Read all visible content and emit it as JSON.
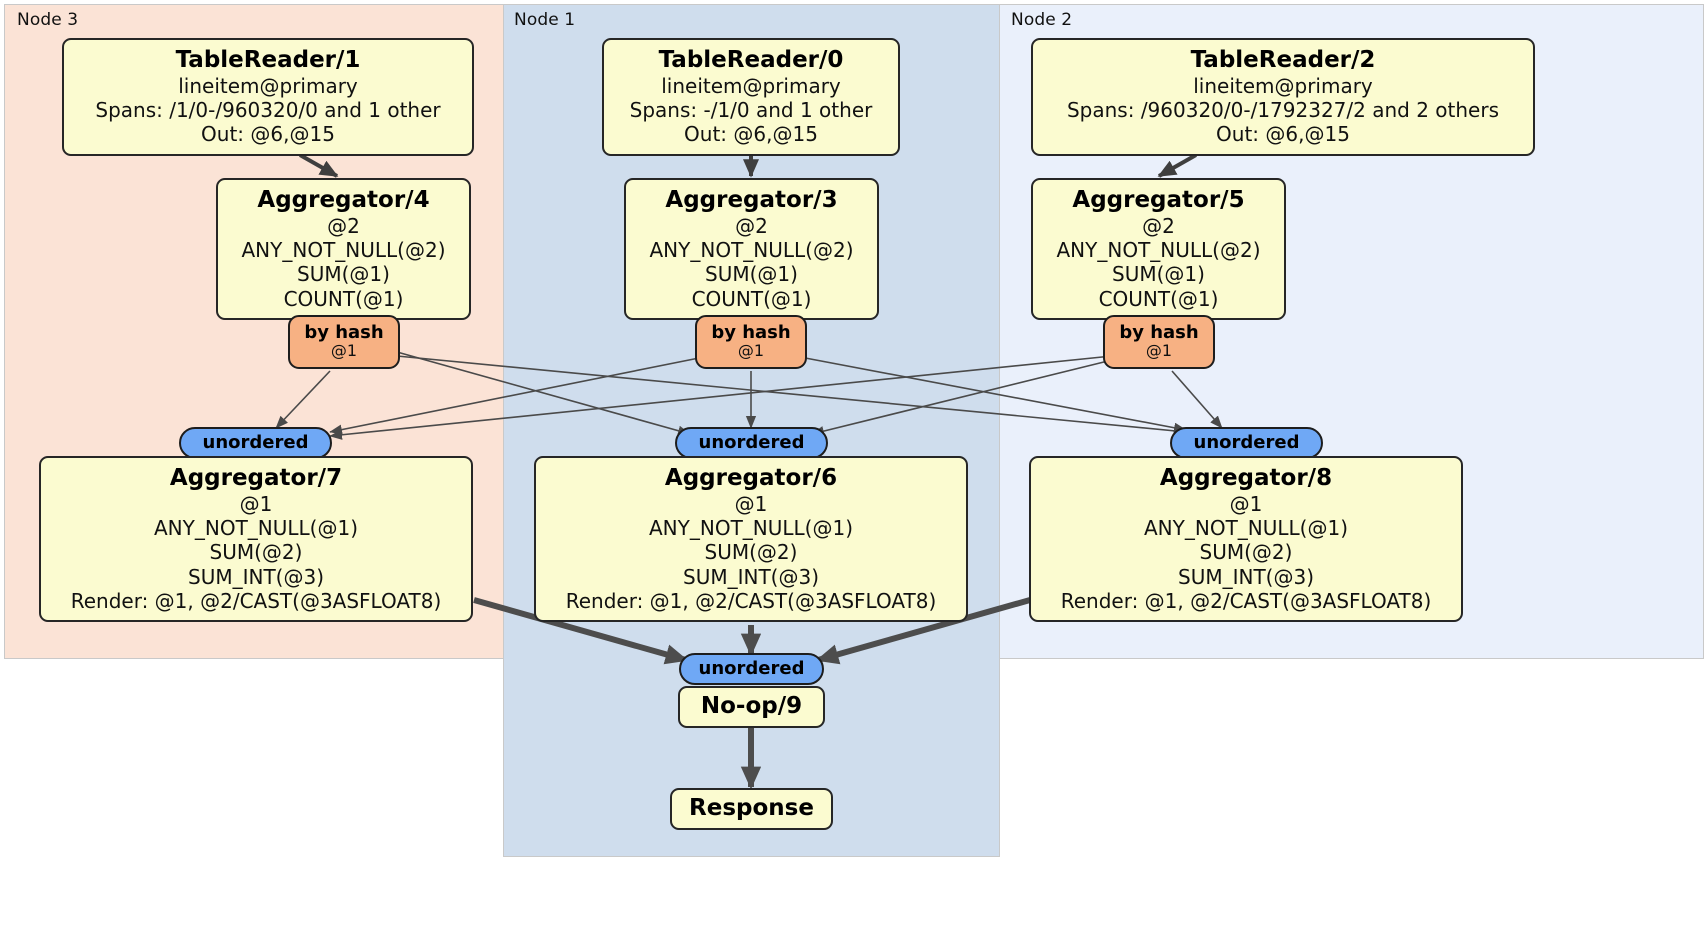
{
  "diagram": {
    "kind": "distsql-physical-plan",
    "nodes": [
      {
        "id": "node3",
        "label": "Node 3",
        "color": "#fbe3d6",
        "processors": [
          {
            "id": "tablereader1",
            "title": "TableReader/1",
            "lines": [
              "lineitem@primary",
              "Spans: /1/0-/960320/0 and 1 other",
              "Out: @6,@15"
            ]
          },
          {
            "id": "aggregator4",
            "title": "Aggregator/4",
            "lines": [
              "@2",
              "ANY_NOT_NULL(@2)",
              "SUM(@1)",
              "COUNT(@1)"
            ]
          },
          {
            "id": "aggregator7",
            "title": "Aggregator/7",
            "lines": [
              "@1",
              "ANY_NOT_NULL(@1)",
              "SUM(@2)",
              "SUM_INT(@3)",
              "Render: @1, @2/CAST(@3ASFLOAT8)"
            ]
          }
        ],
        "routers": [
          {
            "id": "hash4",
            "type": "by hash",
            "label": "by hash",
            "sublabel": "@1",
            "color": "#f7b183"
          }
        ],
        "inboxes": [
          {
            "id": "unordered7",
            "label": "unordered",
            "color": "#6fa8f5"
          }
        ]
      },
      {
        "id": "node1",
        "label": "Node 1",
        "color": "#cfdded",
        "processors": [
          {
            "id": "tablereader0",
            "title": "TableReader/0",
            "lines": [
              "lineitem@primary",
              "Spans: -/1/0 and 1 other",
              "Out: @6,@15"
            ]
          },
          {
            "id": "aggregator3",
            "title": "Aggregator/3",
            "lines": [
              "@2",
              "ANY_NOT_NULL(@2)",
              "SUM(@1)",
              "COUNT(@1)"
            ]
          },
          {
            "id": "aggregator6",
            "title": "Aggregator/6",
            "lines": [
              "@1",
              "ANY_NOT_NULL(@1)",
              "SUM(@2)",
              "SUM_INT(@3)",
              "Render: @1, @2/CAST(@3ASFLOAT8)"
            ]
          },
          {
            "id": "noop9",
            "title": "No-op/9",
            "lines": []
          },
          {
            "id": "response",
            "title": "Response",
            "lines": []
          }
        ],
        "routers": [
          {
            "id": "hash3",
            "type": "by hash",
            "label": "by hash",
            "sublabel": "@1",
            "color": "#f7b183"
          }
        ],
        "inboxes": [
          {
            "id": "unordered6",
            "label": "unordered",
            "color": "#6fa8f5"
          },
          {
            "id": "unordered9",
            "label": "unordered",
            "color": "#6fa8f5"
          }
        ]
      },
      {
        "id": "node2",
        "label": "Node 2",
        "color": "#eaf0fb",
        "processors": [
          {
            "id": "tablereader2",
            "title": "TableReader/2",
            "lines": [
              "lineitem@primary",
              "Spans: /960320/0-/1792327/2 and 2 others",
              "Out: @6,@15"
            ]
          },
          {
            "id": "aggregator5",
            "title": "Aggregator/5",
            "lines": [
              "@2",
              "ANY_NOT_NULL(@2)",
              "SUM(@1)",
              "COUNT(@1)"
            ]
          },
          {
            "id": "aggregator8",
            "title": "Aggregator/8",
            "lines": [
              "@1",
              "ANY_NOT_NULL(@1)",
              "SUM(@2)",
              "SUM_INT(@3)",
              "Render: @1, @2/CAST(@3ASFLOAT8)"
            ]
          }
        ],
        "routers": [
          {
            "id": "hash5",
            "type": "by hash",
            "label": "by hash",
            "sublabel": "@1",
            "color": "#f7b183"
          }
        ],
        "inboxes": [
          {
            "id": "unordered8",
            "label": "unordered",
            "color": "#6fa8f5"
          }
        ]
      }
    ]
  }
}
